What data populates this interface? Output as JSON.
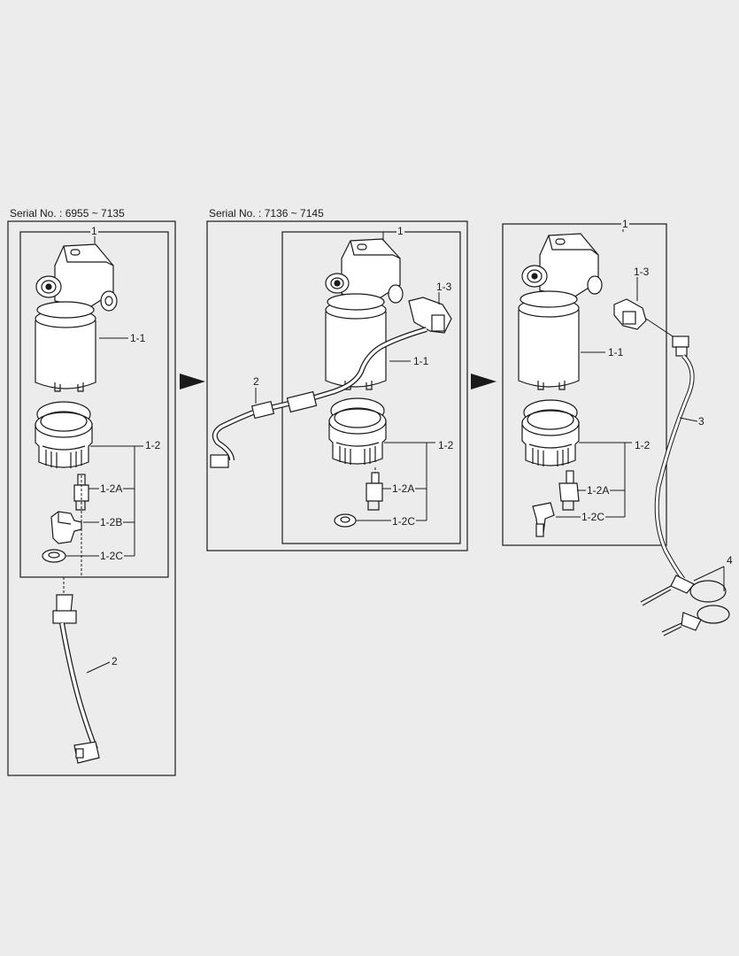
{
  "panels": [
    {
      "serial": "Serial No. : 6955 ~ 7135",
      "callouts": {
        "assembly": "1",
        "filter_body": "1-1",
        "bowl": "1-2",
        "sensor_a": "1-2A",
        "sensor_b": "1-2B",
        "ring_c": "1-2C",
        "harness": "2"
      }
    },
    {
      "serial": "Serial No. : 7136 ~ 7145",
      "callouts": {
        "assembly": "1",
        "connector": "1-3",
        "filter_body": "1-1",
        "harness": "2",
        "bowl": "1-2",
        "sensor_a": "1-2A",
        "ring_c": "1-2C"
      }
    },
    {
      "serial": "",
      "callouts": {
        "assembly": "1",
        "connector": "1-3",
        "filter_body": "1-1",
        "harness": "3",
        "bowl": "1-2",
        "sensor_a": "1-2A",
        "valve_c": "1-2C",
        "cable_ties": "4"
      }
    }
  ]
}
